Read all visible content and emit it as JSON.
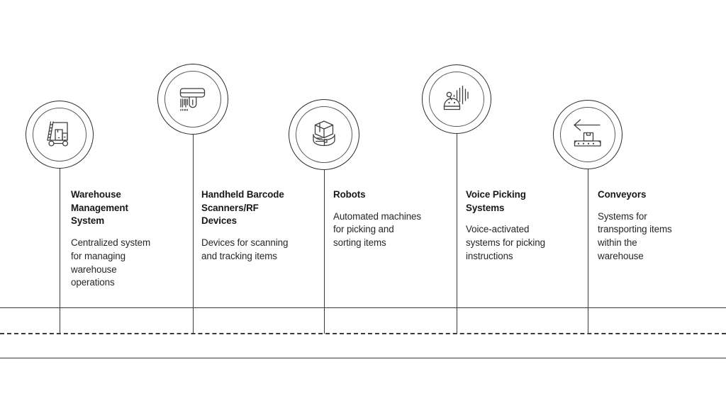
{
  "diagram": {
    "type": "timeline-milestone-diagram",
    "orientation": "horizontal",
    "background_color": "#ffffff",
    "line_color": "#3a3a3a",
    "text_color": "#18181a",
    "baseline": {
      "top_rule": "solid",
      "middle_rule": "dashed",
      "bottom_rule": "solid"
    }
  },
  "nodes": [
    {
      "id": "warehouse-management-system",
      "icon": "forklift-boxes-icon",
      "title": "Warehouse\nManagement\nSystem",
      "description": "Centralized system\nfor managing\nwarehouse\noperations"
    },
    {
      "id": "handheld-barcode-scanners",
      "icon": "barcode-scanner-icon",
      "title": "Handheld Barcode\nScanners/RF\nDevices",
      "description": "Devices for scanning\nand tracking items"
    },
    {
      "id": "robots",
      "icon": "robot-box-icon",
      "title": "Robots",
      "description": "Automated machines\nfor picking and\nsorting items"
    },
    {
      "id": "voice-picking-systems",
      "icon": "voice-robot-soundwave-icon",
      "title": "Voice Picking\nSystems",
      "description": "Voice-activated\nsystems for picking\ninstructions"
    },
    {
      "id": "conveyors",
      "icon": "conveyor-belt-arrow-icon",
      "title": "Conveyors",
      "description": "Systems for\ntransporting items\nwithin the\nwarehouse"
    }
  ]
}
